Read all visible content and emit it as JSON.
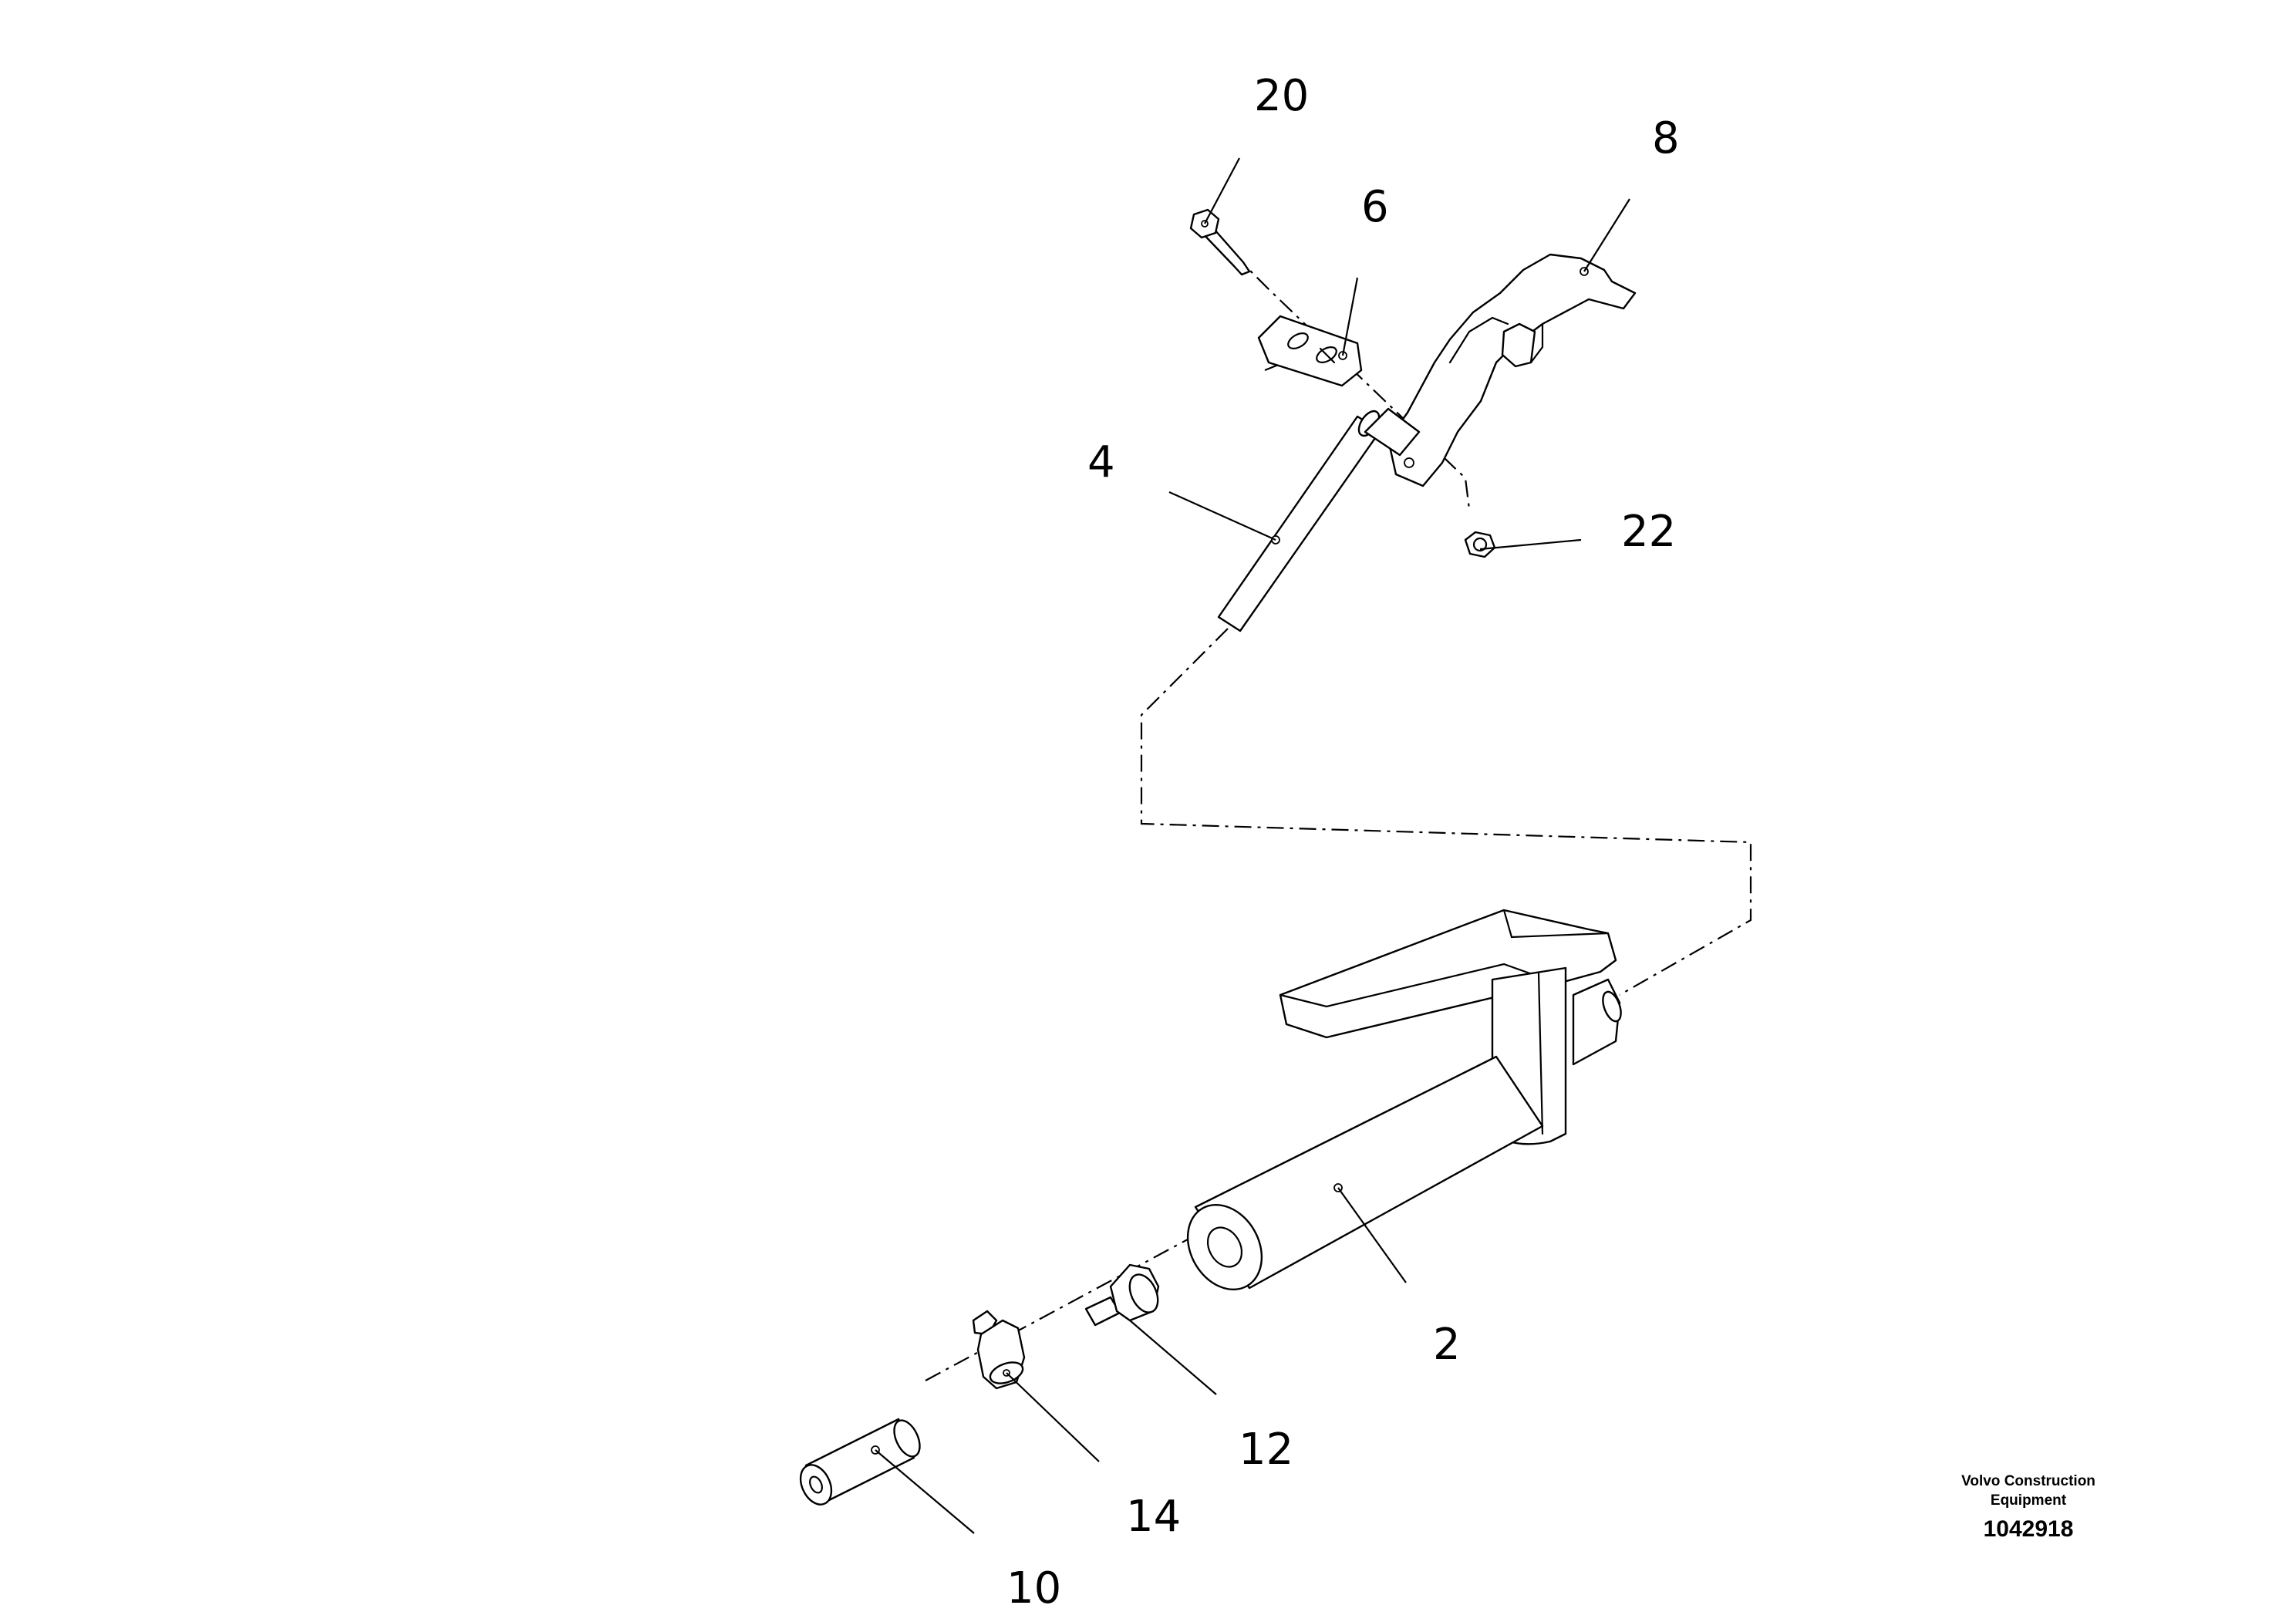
{
  "callouts": {
    "c2": "2",
    "c4": "4",
    "c6": "6",
    "c8": "8",
    "c10": "10",
    "c12": "12",
    "c14": "14",
    "c20": "20",
    "c22": "22"
  },
  "title_block": {
    "company_line1": "Volvo Construction",
    "company_line2": "Equipment",
    "document_number": "1042918"
  }
}
